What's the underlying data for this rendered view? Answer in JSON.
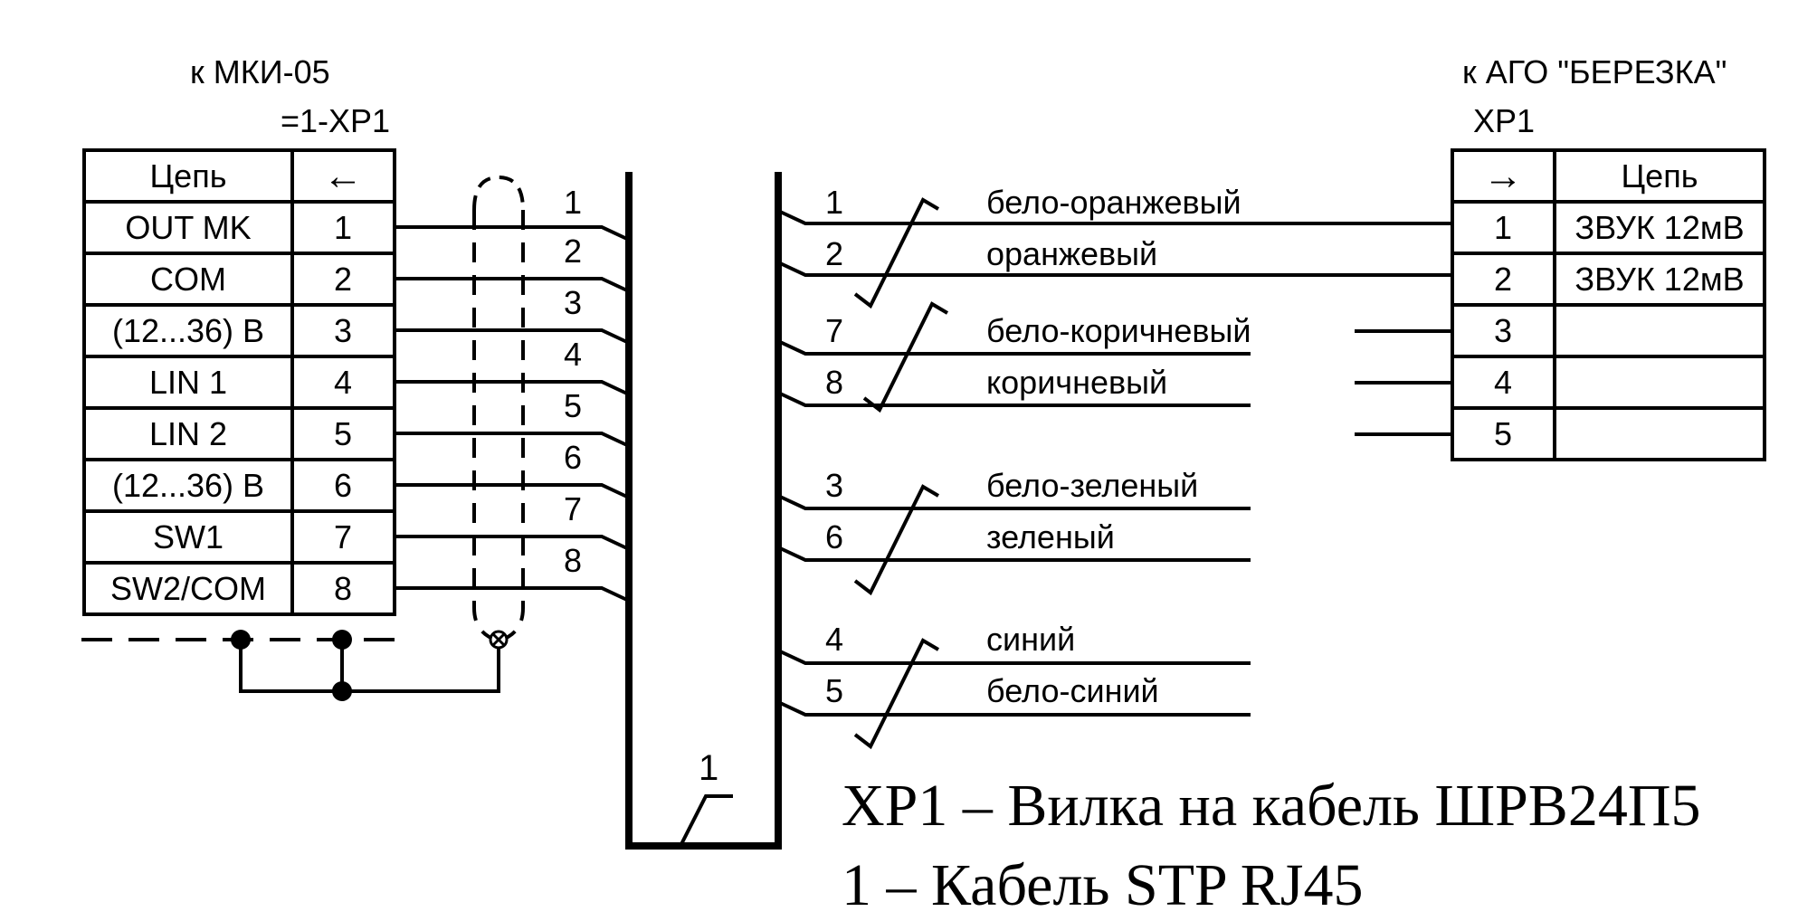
{
  "left_connector": {
    "destination_label": "к МКИ-05",
    "designator": "=1-XP1",
    "header_circuit": "Цепь",
    "header_arrow": "←",
    "rows": [
      {
        "circuit": "OUT MK",
        "pin": "1"
      },
      {
        "circuit": "COM",
        "pin": "2"
      },
      {
        "circuit": "(12...36) В",
        "pin": "3"
      },
      {
        "circuit": "LIN 1",
        "pin": "4"
      },
      {
        "circuit": "LIN 2",
        "pin": "5"
      },
      {
        "circuit": "(12...36) В",
        "pin": "6"
      },
      {
        "circuit": "SW1",
        "pin": "7"
      },
      {
        "circuit": "SW2/COM",
        "pin": "8"
      }
    ]
  },
  "left_wire_numbers": [
    "1",
    "2",
    "3",
    "4",
    "5",
    "6",
    "7",
    "8"
  ],
  "right_connector": {
    "destination_label": "к АГО \"БЕРЕЗКА\"",
    "designator": "XP1",
    "header_arrow": "→",
    "header_circuit": "Цепь",
    "rows": [
      {
        "pin": "1",
        "circuit": "ЗВУК 12мВ"
      },
      {
        "pin": "2",
        "circuit": "ЗВУК 12мВ"
      },
      {
        "pin": "3",
        "circuit": ""
      },
      {
        "pin": "4",
        "circuit": ""
      },
      {
        "pin": "5",
        "circuit": ""
      }
    ]
  },
  "cable_wires": [
    {
      "num": "1",
      "color": "бело-оранжевый"
    },
    {
      "num": "2",
      "color": "оранжевый"
    },
    {
      "num": "7",
      "color": "бело-коричневый"
    },
    {
      "num": "8",
      "color": "коричневый"
    },
    {
      "num": "3",
      "color": "бело-зеленый"
    },
    {
      "num": "6",
      "color": "зеленый"
    },
    {
      "num": "4",
      "color": "синий"
    },
    {
      "num": "5",
      "color": "бело-синий"
    }
  ],
  "cable_label": "1",
  "notes": [
    "XP1 – Вилка на кабель ШРВ24П5",
    "1 – Кабель STP RJ45"
  ]
}
